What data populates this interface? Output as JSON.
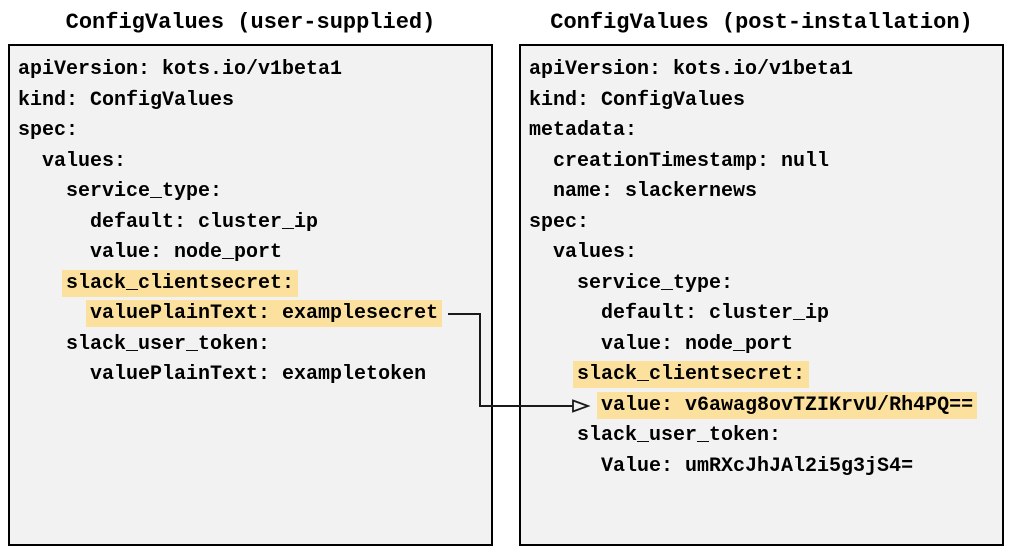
{
  "colors": {
    "highlight": "#fbe09e",
    "panel_bg": "#f2f2f2",
    "panel_border": "#000000",
    "arrow": "#1a1a1a"
  },
  "panels": [
    {
      "id": "user-supplied",
      "title": "ConfigValues (user-supplied)",
      "lines": [
        {
          "indent": "",
          "text": "apiVersion: kots.io/v1beta1",
          "highlight": false
        },
        {
          "indent": "",
          "text": "kind: ConfigValues",
          "highlight": false
        },
        {
          "indent": "",
          "text": "spec:",
          "highlight": false
        },
        {
          "indent": "  ",
          "text": "values:",
          "highlight": false
        },
        {
          "indent": "    ",
          "text": "service_type:",
          "highlight": false
        },
        {
          "indent": "      ",
          "text": "default: cluster_ip",
          "highlight": false
        },
        {
          "indent": "      ",
          "text": "value: node_port",
          "highlight": false
        },
        {
          "indent": "    ",
          "text": "slack_clientsecret:",
          "highlight": true
        },
        {
          "indent": "      ",
          "text": "valuePlainText: examplesecret",
          "highlight": true
        },
        {
          "indent": "    ",
          "text": "slack_user_token:",
          "highlight": false
        },
        {
          "indent": "      ",
          "text": "valuePlainText: exampletoken",
          "highlight": false
        }
      ]
    },
    {
      "id": "post-installation",
      "title": "ConfigValues (post-installation)",
      "lines": [
        {
          "indent": "",
          "text": "apiVersion: kots.io/v1beta1",
          "highlight": false
        },
        {
          "indent": "",
          "text": "kind: ConfigValues",
          "highlight": false
        },
        {
          "indent": "",
          "text": "metadata:",
          "highlight": false
        },
        {
          "indent": "  ",
          "text": "creationTimestamp: null",
          "highlight": false
        },
        {
          "indent": "  ",
          "text": "name: slackernews",
          "highlight": false
        },
        {
          "indent": "",
          "text": "spec:",
          "highlight": false
        },
        {
          "indent": "  ",
          "text": "values:",
          "highlight": false
        },
        {
          "indent": "    ",
          "text": "service_type:",
          "highlight": false
        },
        {
          "indent": "      ",
          "text": "default: cluster_ip",
          "highlight": false
        },
        {
          "indent": "      ",
          "text": "value: node_port",
          "highlight": false
        },
        {
          "indent": "    ",
          "text": "slack_clientsecret:",
          "highlight": true
        },
        {
          "indent": "      ",
          "text": "value: v6awag8ovTZIKrvU/Rh4PQ==",
          "highlight": true
        },
        {
          "indent": "    ",
          "text": "slack_user_token:",
          "highlight": false
        },
        {
          "indent": "      ",
          "text": "Value: umRXcJhJAl2i5g3jS4=",
          "highlight": false
        }
      ]
    }
  ],
  "arrow": {
    "from_line": "valuePlainText: examplesecret",
    "to_line": "value: v6awag8ovTZIKrvU/Rh4PQ=="
  }
}
